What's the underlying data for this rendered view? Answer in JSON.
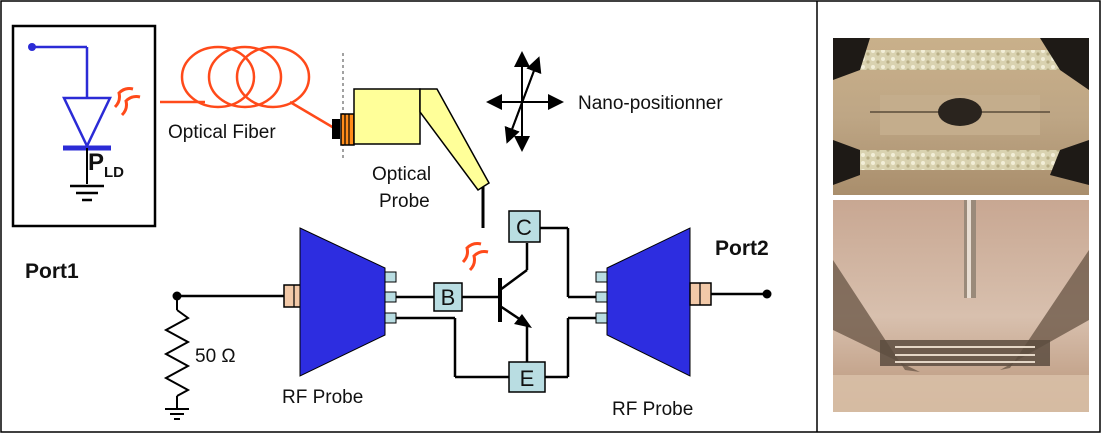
{
  "diagram": {
    "labels": {
      "optical_fiber": "Optical Fiber",
      "nano_positioner": "Nano-positionner",
      "optical_probe_line1": "Optical",
      "optical_probe_line2": "Probe",
      "port1": "Port1",
      "port2": "Port2",
      "resistor": "50 Ω",
      "rf_probe_left": "RF Probe",
      "rf_probe_right": "RF Probe",
      "laser_diode_main": "P",
      "laser_diode_sub": "LD"
    },
    "transistor_terminals": {
      "base": "B",
      "collector": "C",
      "emitter": "E"
    }
  },
  "colors": {
    "laser_diode": "#2b2bd6",
    "fiber": "#ff4a1a",
    "rf_probe": "#2d2de0",
    "probe_pad": "#b9dde2",
    "connector": "#f2c9a8",
    "optical_probe": "#ffff99"
  },
  "photos": {
    "top": "microscope-top-view-photo",
    "bottom": "microscope-side-view-photo"
  }
}
